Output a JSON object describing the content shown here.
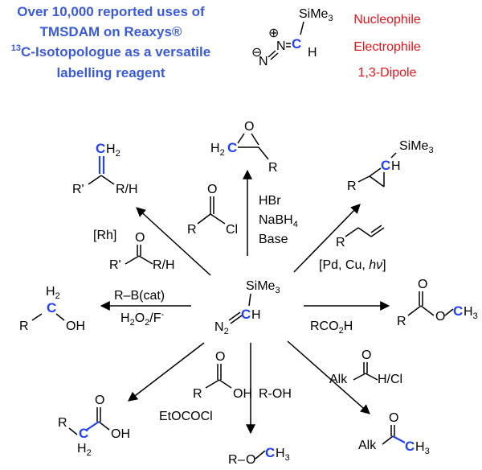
{
  "header": {
    "line1": "Over 10,000 reported uses of",
    "line2": "TMSDAM on Reaxys®",
    "line3_sup": "13",
    "line3": "C-Isotopologue as a versatile",
    "line4": "labelling reagent"
  },
  "roles": [
    "Nucleophile",
    "Electrophile",
    "1,3-Dipole"
  ],
  "center": {
    "sime3": "SiMe",
    "sime3_sub": "3",
    "n2": "N",
    "n2_sub": "2",
    "c": "C",
    "h": "H"
  },
  "top_struct": {
    "sime3": "SiMe",
    "sub3": "3",
    "c": "C",
    "h": "H",
    "n": "N",
    "plus": "⊕",
    "minus": "⊖"
  },
  "products": {
    "epoxide": {
      "h2": "H",
      "h2_sub": "2",
      "c": "C",
      "o": "O",
      "r": "R"
    },
    "alkene": {
      "c": "C",
      "h2": "H",
      "h2_sub": "2",
      "r": "R'",
      "rh": "R/H"
    },
    "cyclopropane": {
      "sime3": "SiMe",
      "sub3": "3",
      "c": "C",
      "h": "H",
      "r": "R"
    },
    "alcohol": {
      "h2": "H",
      "h2_sub": "2",
      "r": "R",
      "c": "C",
      "oh": "OH"
    },
    "ester": {
      "r": "R",
      "o": "O",
      "c": "C",
      "h3": "H",
      "h3_sub": "3"
    },
    "acid": {
      "r": "R",
      "oh": "OH",
      "c": "C",
      "h2": "H",
      "h2_sub": "2"
    },
    "ether": {
      "r": "R",
      "dash": "–",
      "o": "O",
      "c": "C",
      "h3": "H",
      "h3_sub": "3"
    },
    "ketone": {
      "alk": "Alk",
      "c": "C",
      "h3": "H",
      "h3_sub": "3"
    }
  },
  "reagents": {
    "acyl_chloride": {
      "r": "R",
      "cl": "Cl"
    },
    "hbr": "HBr",
    "nabh4": "NaBH",
    "nabh4_sub": "4",
    "base": "Base",
    "rh_label": "[Rh]",
    "ketone_r": "R'",
    "ketone_rh": "R/H",
    "alkene_r": "R",
    "pd": "[Pd, Cu, ",
    "hv": "hν",
    "pd_close": "]",
    "boron": "R–B(cat)",
    "h2o2": "H",
    "h2o2_sub": "2",
    "h2o2_o": "O",
    "h2o2_sub2": "2",
    "h2o2_f": "/F",
    "h2o2_sup": "-",
    "rco2h": "RCO",
    "rco2h_sub": "2",
    "rco2h_h": "H",
    "acid_r": "R",
    "acid_oh": "OH",
    "etococl": "EtOCOCl",
    "roh": "R-OH",
    "alk": "Alk",
    "hcl": "H/Cl"
  }
}
